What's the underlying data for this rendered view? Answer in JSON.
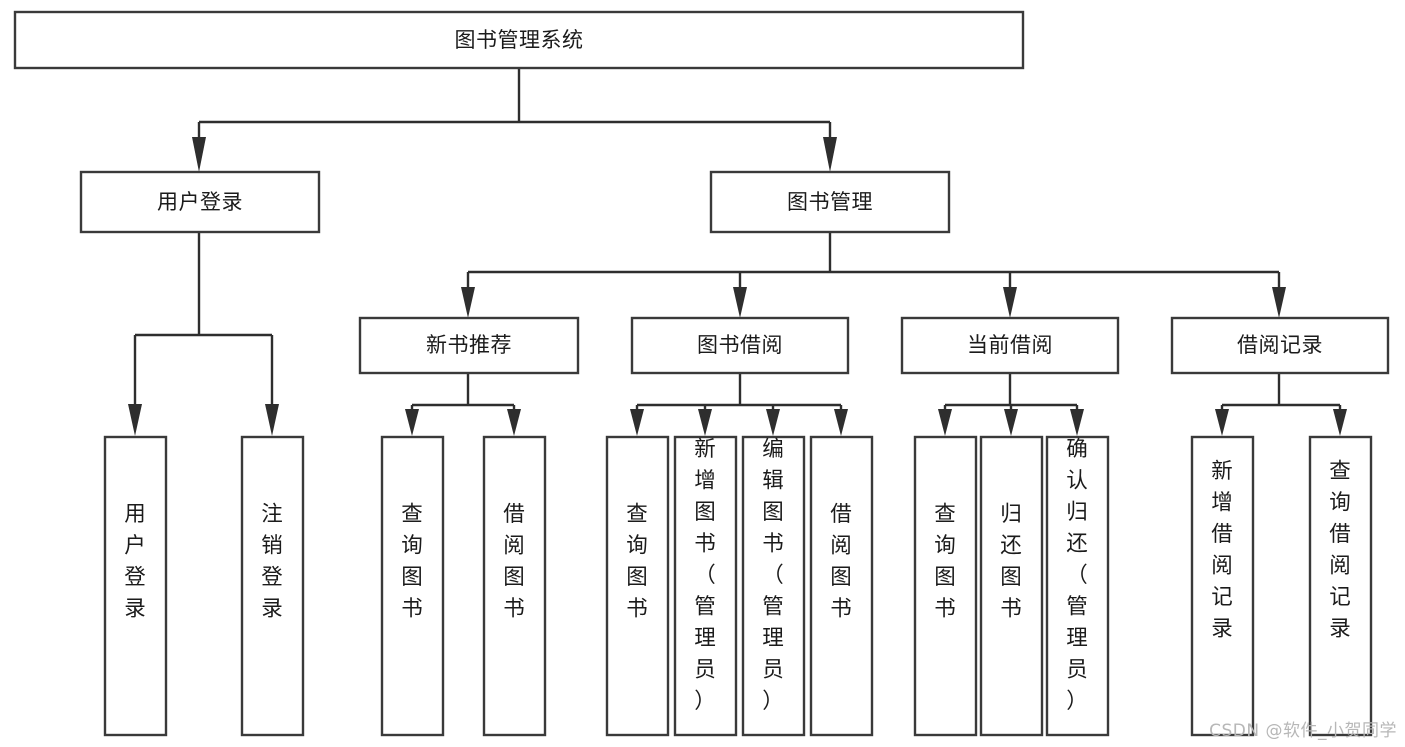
{
  "diagram": {
    "title": "图书管理系统",
    "type": "tree",
    "colors": {
      "box_stroke": "#3a3a3a",
      "edge": "#2e2e2e",
      "box_fill": "#ffffff",
      "text": "#1b1b1b",
      "background": "#ffffff",
      "watermark": "#b7b7b7"
    },
    "root": {
      "label": "图书管理系统"
    },
    "level1": [
      {
        "label": "用户登录"
      },
      {
        "label": "图书管理"
      }
    ],
    "level2": [
      {
        "label": "新书推荐"
      },
      {
        "label": "图书借阅"
      },
      {
        "label": "当前借阅"
      },
      {
        "label": "借阅记录"
      }
    ],
    "leaves": {
      "user_login": [
        {
          "label": "用户登录"
        },
        {
          "label": "注销登录"
        }
      ],
      "new_book_recommend": [
        {
          "label": "查询图书"
        },
        {
          "label": "借阅图书"
        }
      ],
      "book_borrow": [
        {
          "label": "查询图书"
        },
        {
          "label": "新增图书（管理员）"
        },
        {
          "label": "编辑图书（管理员）"
        },
        {
          "label": "借阅图书"
        }
      ],
      "current_borrow": [
        {
          "label": "查询图书"
        },
        {
          "label": "归还图书"
        },
        {
          "label": "确认归还（管理员）"
        }
      ],
      "borrow_record": [
        {
          "label": "新增借阅记录"
        },
        {
          "label": "查询借阅记录"
        }
      ]
    }
  },
  "watermark": {
    "text": "CSDN @软件_小贺同学"
  }
}
